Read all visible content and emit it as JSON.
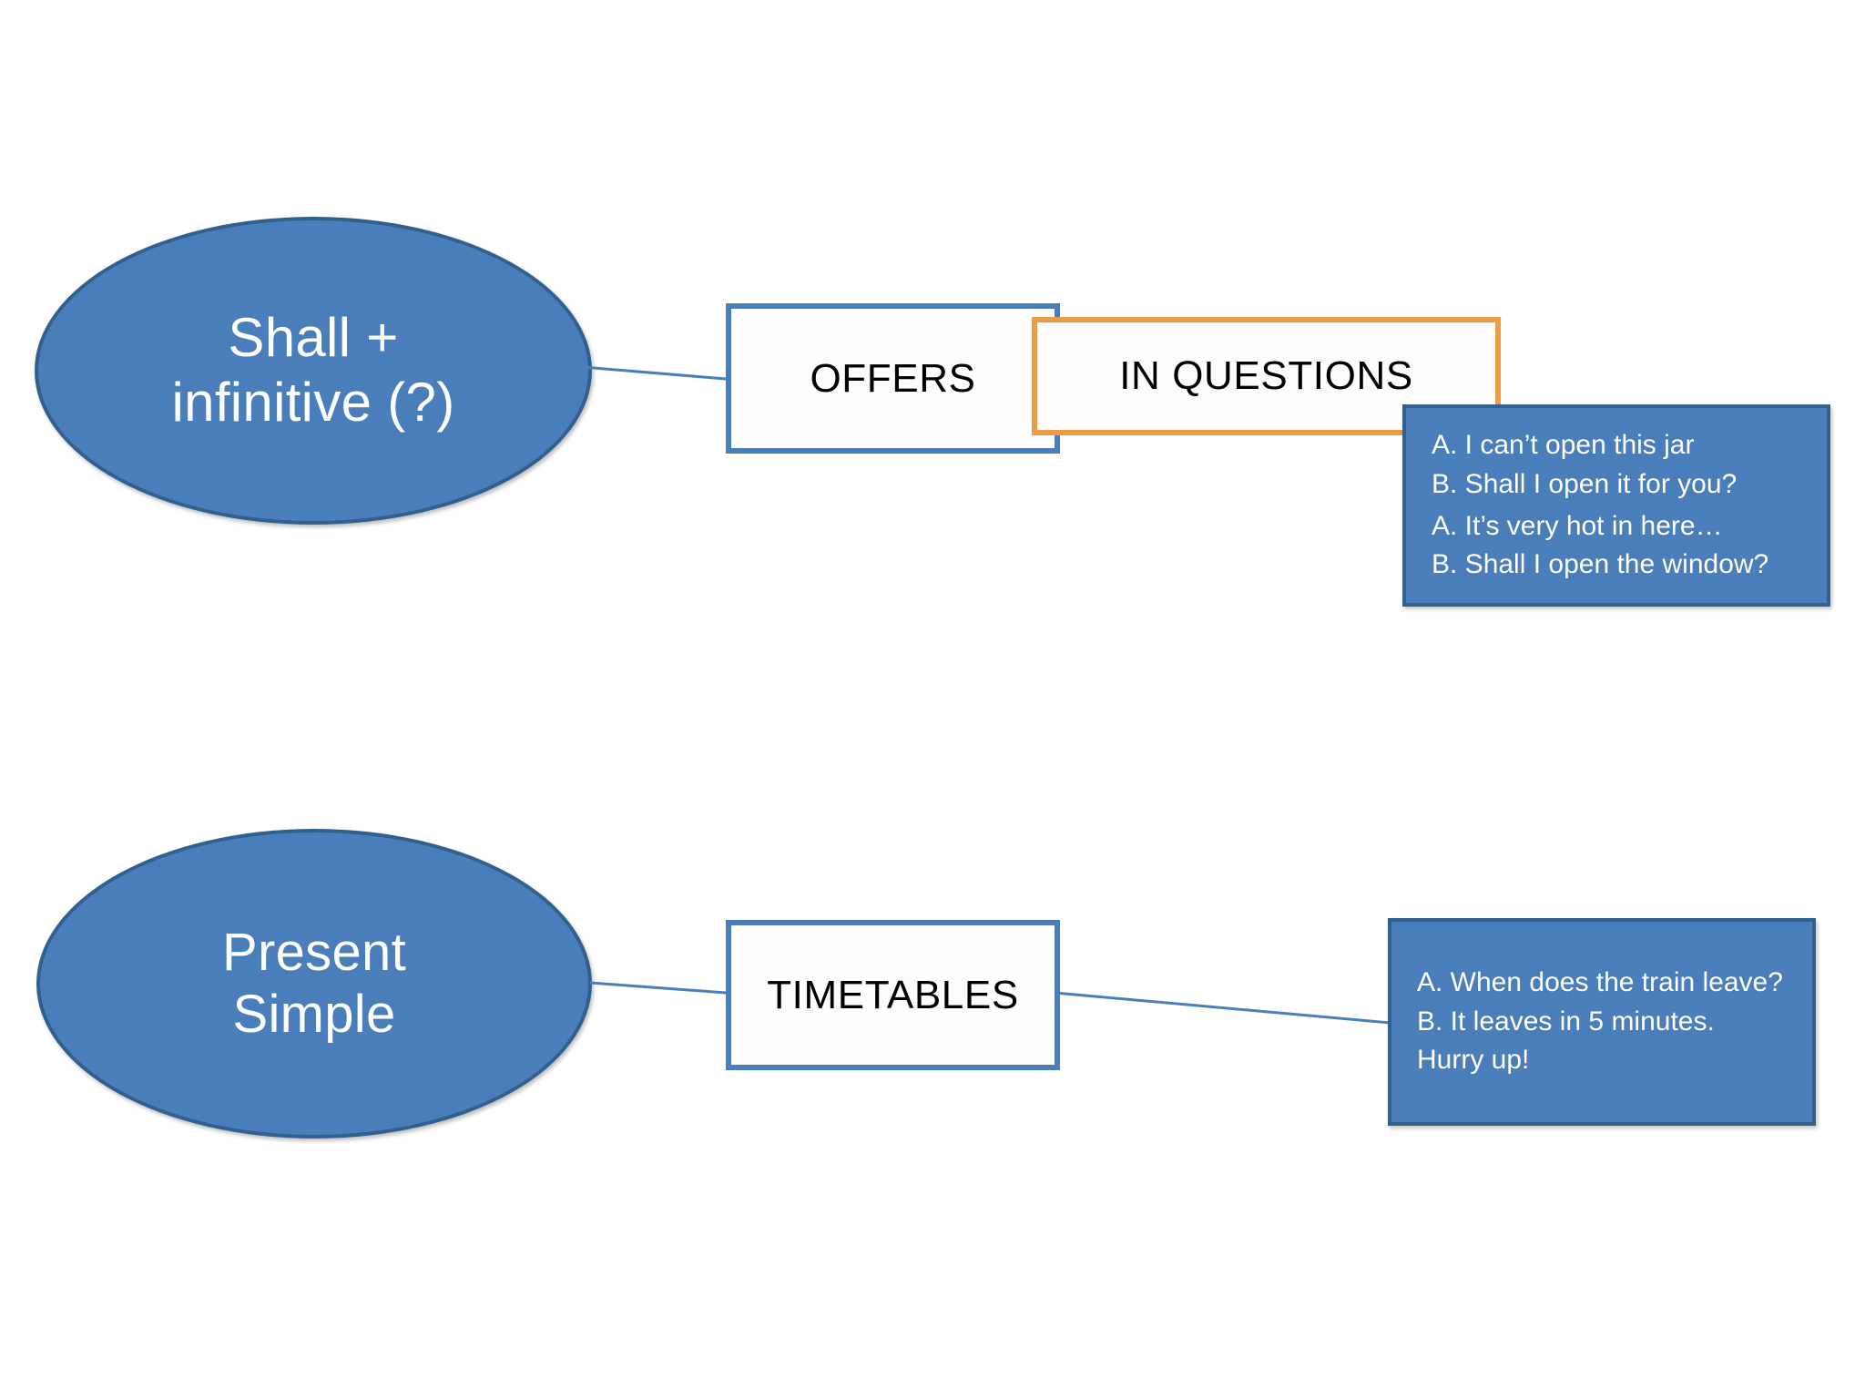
{
  "slide": {
    "background_color": "#ffffff",
    "accent_blue": "#4a7ebb",
    "accent_blue_dark": "#31608f",
    "accent_orange": "#ed9b44"
  },
  "branches": [
    {
      "topic_label": "Shall +\ninfinitive (?)",
      "category_label": "OFFERS",
      "subcategory_label": "IN QUESTIONS",
      "example_lines": [
        "A. I can’t open this jar",
        "B. Shall I open it for you?",
        "",
        "A. It’s very hot in here…",
        "B. Shall I open the window?"
      ]
    },
    {
      "topic_label": "Present\nSimple",
      "category_label": "TIMETABLES",
      "subcategory_label": null,
      "example_lines": [
        "A. When does the train leave?",
        "B. It leaves in 5 minutes. Hurry up!"
      ]
    }
  ],
  "shapes": {
    "ellipse_icon": "ellipse-shape",
    "rectangle_icon": "rectangle-shape",
    "connector_icon": "line-connector-icon"
  }
}
